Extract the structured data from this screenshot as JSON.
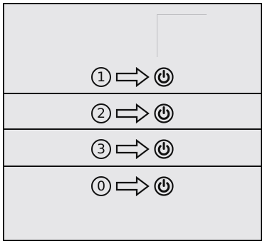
{
  "colors": {
    "panel_bg": "#e6e6e8",
    "ink": "#111111"
  },
  "steps": [
    {
      "number": "1",
      "arrow_icon": "right-arrow-icon",
      "target_icon": "power-icon"
    },
    {
      "number": "2",
      "arrow_icon": "right-arrow-icon",
      "target_icon": "power-icon"
    },
    {
      "number": "3",
      "arrow_icon": "right-arrow-icon",
      "target_icon": "power-icon"
    },
    {
      "number": "0",
      "arrow_icon": "right-arrow-icon",
      "target_icon": "power-icon"
    }
  ]
}
